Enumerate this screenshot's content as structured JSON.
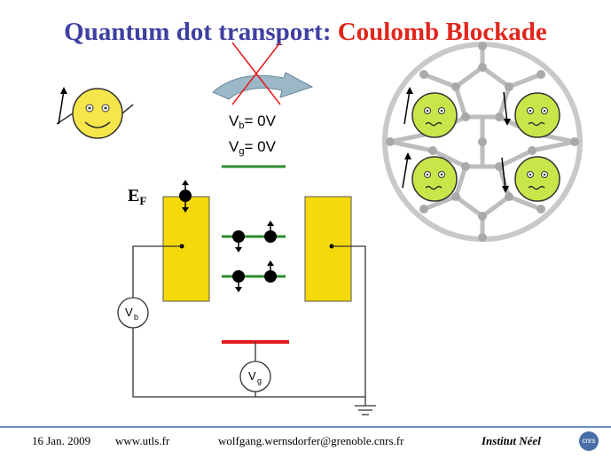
{
  "title": {
    "part1": "Quantum dot transport: ",
    "part2": "Coulomb Blockade"
  },
  "labels": {
    "vb_prefix": "V",
    "vb_sub": "b",
    "vb_value": "= 0V",
    "vg_prefix": "V",
    "vg_sub": "g",
    "vg_value": "= 0V",
    "ef_main": "E",
    "ef_sub": "F",
    "meter_b_main": "V",
    "meter_b_sub": "b",
    "meter_g_main": "V",
    "meter_g_sub": "g"
  },
  "footer": {
    "date": "16 Jan. 2009",
    "site": "www.utls.fr",
    "email": "wolfgang.wernsdorfer@grenoble.cnrs.fr",
    "institute": "Institut Néel",
    "logo": "cnrs"
  },
  "colors": {
    "title_blue": "#3f3fa0",
    "title_red": "#e0261c",
    "lead_yellow": "#f5d90a",
    "level_green": "#2d8a2d",
    "gate_red": "#e31b1b",
    "smiley_yellow": "#f7e64a",
    "sad_green": "#c8e64a"
  },
  "icons": [
    "happy-smiley-icon",
    "blocked-arrow-icon",
    "fullerene-icon",
    "ground-icon"
  ]
}
